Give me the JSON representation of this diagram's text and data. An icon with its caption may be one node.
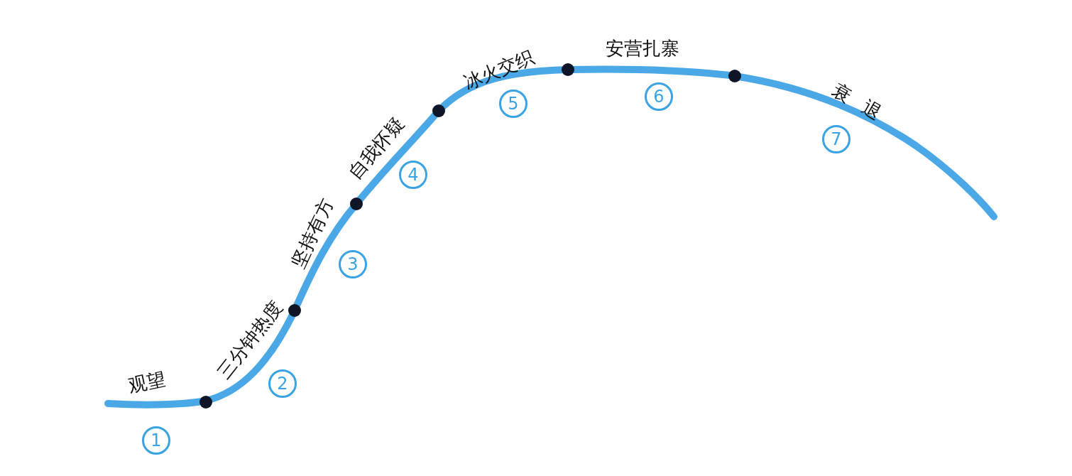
{
  "diagram": {
    "labels": [
      "观望",
      "1",
      "三分钟热度",
      "2",
      "坚持有方",
      "3",
      "自我怀疑",
      "4",
      "冰火交织",
      "5",
      "安营扎寨",
      "6",
      "衰退",
      "7"
    ]
  }
}
